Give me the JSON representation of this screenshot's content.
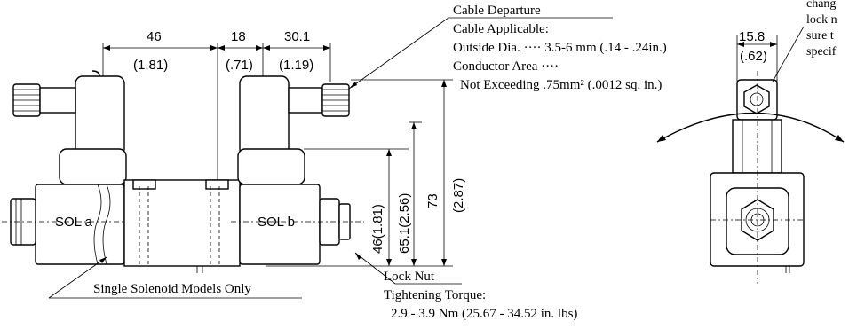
{
  "dimensions": {
    "d46": "46",
    "d46_in": "(1.81)",
    "d18": "18",
    "d18_in": "(.71)",
    "d30": "30.1",
    "d30_in": "(1.19)",
    "d15": "15.8",
    "d15_in": "(.62)",
    "v46": "46(1.81)",
    "v65": "65.1(2.56)",
    "v73": "73",
    "v73_in": "(2.87)"
  },
  "labels": {
    "sol_a": "SOL a",
    "sol_b": "SOL b",
    "single_solenoid": "Single Solenoid Models Only"
  },
  "cable": {
    "departure": "Cable Departure",
    "applicable": "Cable Applicable:",
    "outside_dia": "Outside Dia. ···· 3.5-6 mm (.14 - .24in.)",
    "conductor": "Conductor Area ····",
    "not_exceeding": "Not Exceeding .75mm² (.0012 sq. in.)"
  },
  "locknut": {
    "title": "Lock Nut",
    "torque_label": "Tightening Torque:",
    "torque_value": "2.9 - 3.9 Nm (25.67 - 34.52 in. lbs)"
  },
  "cutoff_note": {
    "line1": "chang",
    "line2": "lock n",
    "line3": "sure t",
    "line4": "specif"
  }
}
